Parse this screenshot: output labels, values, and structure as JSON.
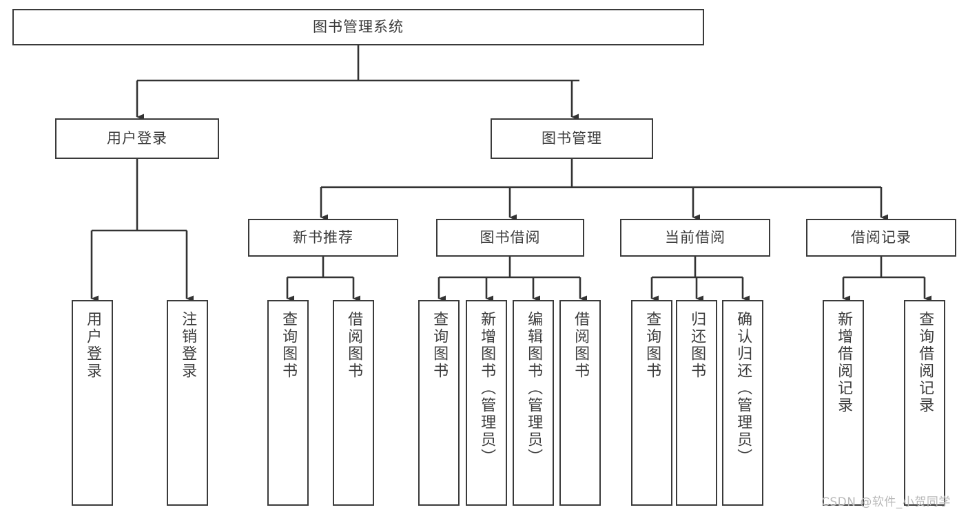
{
  "diagram": {
    "title_node": {
      "label": "图书管理系统"
    },
    "level2": [
      {
        "label": "用户登录"
      },
      {
        "label": "图书管理"
      }
    ],
    "level3": [
      {
        "label": "新书推荐"
      },
      {
        "label": "图书借阅"
      },
      {
        "label": "当前借阅"
      },
      {
        "label": "借阅记录"
      }
    ],
    "leaves": {
      "user_login": [
        {
          "label": "用户登录"
        },
        {
          "label": "注销登录"
        }
      ],
      "new_book_recommend": [
        {
          "label": "查询图书"
        },
        {
          "label": "借阅图书"
        }
      ],
      "book_borrow": [
        {
          "label": "查询图书"
        },
        {
          "label": "新增图书（管理员）"
        },
        {
          "label": "编辑图书（管理员）"
        },
        {
          "label": "借阅图书"
        }
      ],
      "current_borrow": [
        {
          "label": "查询图书"
        },
        {
          "label": "归还图书"
        },
        {
          "label": "确认归还（管理员）"
        }
      ],
      "borrow_record": [
        {
          "label": "新增借阅记录"
        },
        {
          "label": "查询借阅记录"
        }
      ]
    },
    "watermark": "CSDN @软件_小贺同学",
    "colors": {
      "box_border": "#3a3a3a",
      "text": "#3c3c3c",
      "connector": "#333333",
      "background": "#ffffff",
      "watermark": "#b9b9b9"
    }
  }
}
